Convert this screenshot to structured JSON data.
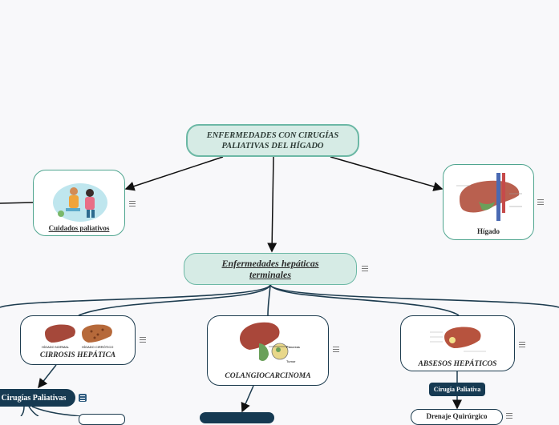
{
  "root": {
    "title": "ENFERMEDADES CON CIRUGÍAS PALIATIVAS DEL HÍGADO"
  },
  "cuidados": {
    "label": "Cuidados paliativos"
  },
  "higado": {
    "label": "Hígado"
  },
  "terminales": {
    "label": "Enfermedades hepáticas terminales"
  },
  "cirrosis": {
    "label": "CIRROSIS HEPÁTICA",
    "img_left": "HÍGADO NORMAL",
    "img_right": "HÍGADO CIRRÓTICO"
  },
  "colangio": {
    "label": "COLANGIOCARCINOMA",
    "img_text1": "Páncreas",
    "img_text2": "Tumor"
  },
  "abscesos": {
    "label": "ABSESOS HEPÁTICOS"
  },
  "cirugias_paliativas": {
    "label": "Cirugías Paliativas"
  },
  "cirugia_paliativa": {
    "label": "Cirugía Paliativa"
  },
  "drenaje": {
    "label": "Drenaje Quirúrgico"
  },
  "colors": {
    "dark_node": "#163a52",
    "teal_border": "#6cb8a5",
    "teal_fill": "#d6ebe5",
    "line": "#1d3c4f"
  },
  "icons": [
    "menu-icon",
    "note-icon",
    "person-caregiver-illustration",
    "liver-illustration"
  ]
}
